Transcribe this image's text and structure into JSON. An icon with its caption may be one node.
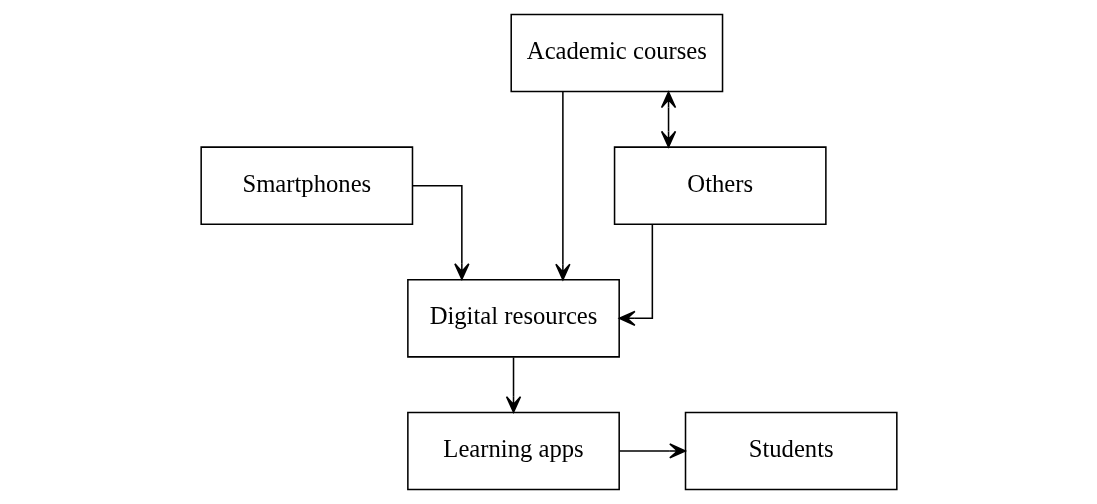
{
  "diagram": {
    "nodes": [
      {
        "text": [
          "Smartphones"
        ]
      },
      {
        "text": [
          "Academic courses"
        ]
      },
      {
        "text": [
          "Digital resources"
        ]
      },
      {
        "text": [
          "Others"
        ]
      },
      {
        "text": [
          "Learning apps"
        ]
      },
      {
        "text": [
          "Students"
        ]
      }
    ],
    "edges": [
      {
        "from": 0,
        "to": 2,
        "arrow": "to"
      },
      {
        "from": 1,
        "to": 3,
        "arrow": "both"
      },
      {
        "from": 1,
        "to": 2,
        "arrow": "to"
      },
      {
        "from": 3,
        "to": 2,
        "arrow": "to"
      },
      {
        "from": 2,
        "to": 4,
        "arrow": "to"
      },
      {
        "from": 4,
        "to": 5,
        "arrow": "to"
      }
    ]
  }
}
